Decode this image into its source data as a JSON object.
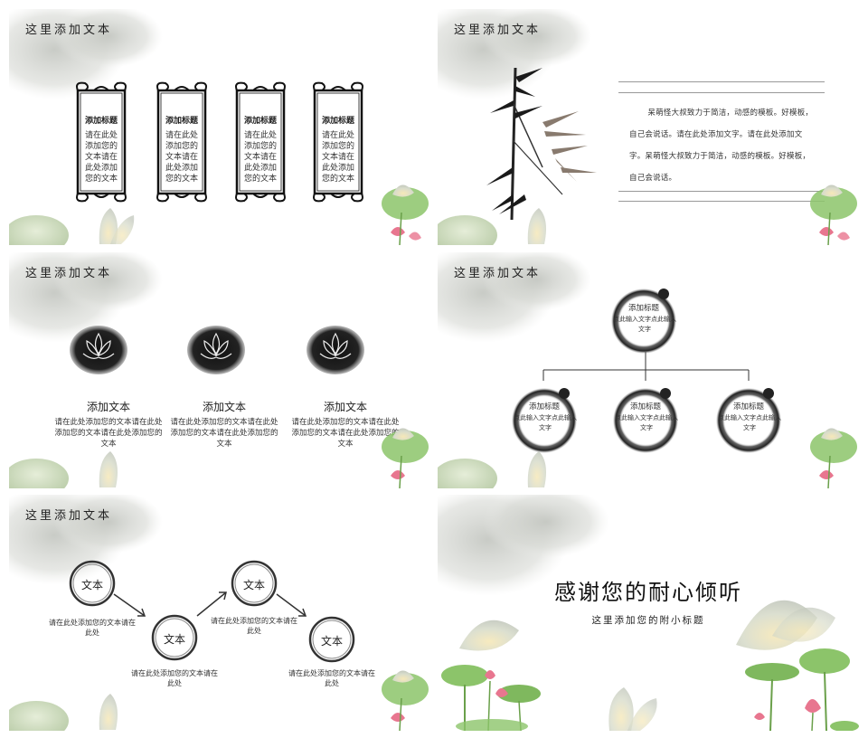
{
  "slide1": {
    "title": "这里添加文本",
    "cards": [
      {
        "heading": "添加标题",
        "body": "请在此处添加您的文本请在此处添加您的文本"
      },
      {
        "heading": "添加标题",
        "body": "请在此处添加您的文本请在此处添加您的文本"
      },
      {
        "heading": "添加标题",
        "body": "请在此处添加您的文本请在此处添加您的文本"
      },
      {
        "heading": "添加标题",
        "body": "请在此处添加您的文本请在此处添加您的文本"
      }
    ]
  },
  "slide2": {
    "title": "这里添加文本",
    "paragraph": "呆萌怪大叔致力于简洁，动感的模板。好模板，自己会说话。请在此处添加文字。请在此处添加文字。呆萌怪大叔致力于简洁，动感的模板。好模板，自己会说话。"
  },
  "slide3": {
    "title": "这里添加文本",
    "columns": [
      {
        "heading": "添加文本",
        "body": "请在此处添加您的文本请在此处添加您的文本请在此处添加您的文本"
      },
      {
        "heading": "添加文本",
        "body": "请在此处添加您的文本请在此处添加您的文本请在此处添加您的文本"
      },
      {
        "heading": "添加文本",
        "body": "请在此处添加您的文本请在此处添加您的文本请在此处添加您的文本"
      }
    ]
  },
  "slide4": {
    "title": "这里添加文本",
    "root": {
      "heading": "添加标题",
      "body": "点此输入文字点此输入文字"
    },
    "children": [
      {
        "heading": "添加标题",
        "body": "点此输入文字点此输入文字"
      },
      {
        "heading": "添加标题",
        "body": "点此输入文字点此输入文字"
      },
      {
        "heading": "添加标题",
        "body": "点此输入文字点此输入文字"
      }
    ]
  },
  "slide5": {
    "title": "这里添加文本",
    "steps": [
      {
        "label": "文本",
        "text": "请在此处添加您的文本请在此处"
      },
      {
        "label": "文本",
        "text": "请在此处添加您的文本请在此处"
      },
      {
        "label": "文本",
        "text": "请在此处添加您的文本请在此处"
      },
      {
        "label": "文本",
        "text": "请在此处添加您的文本请在此处"
      }
    ]
  },
  "slide6": {
    "headline": "感谢您的耐心倾听",
    "subtitle": "这里添加您的附小标题"
  },
  "colors": {
    "ink": "#1a1a1a",
    "ink_wash": "#cfd1cc",
    "lotus_green": "#8cc46a",
    "lotus_pink": "#e8768f",
    "rule_gray": "#999999"
  }
}
